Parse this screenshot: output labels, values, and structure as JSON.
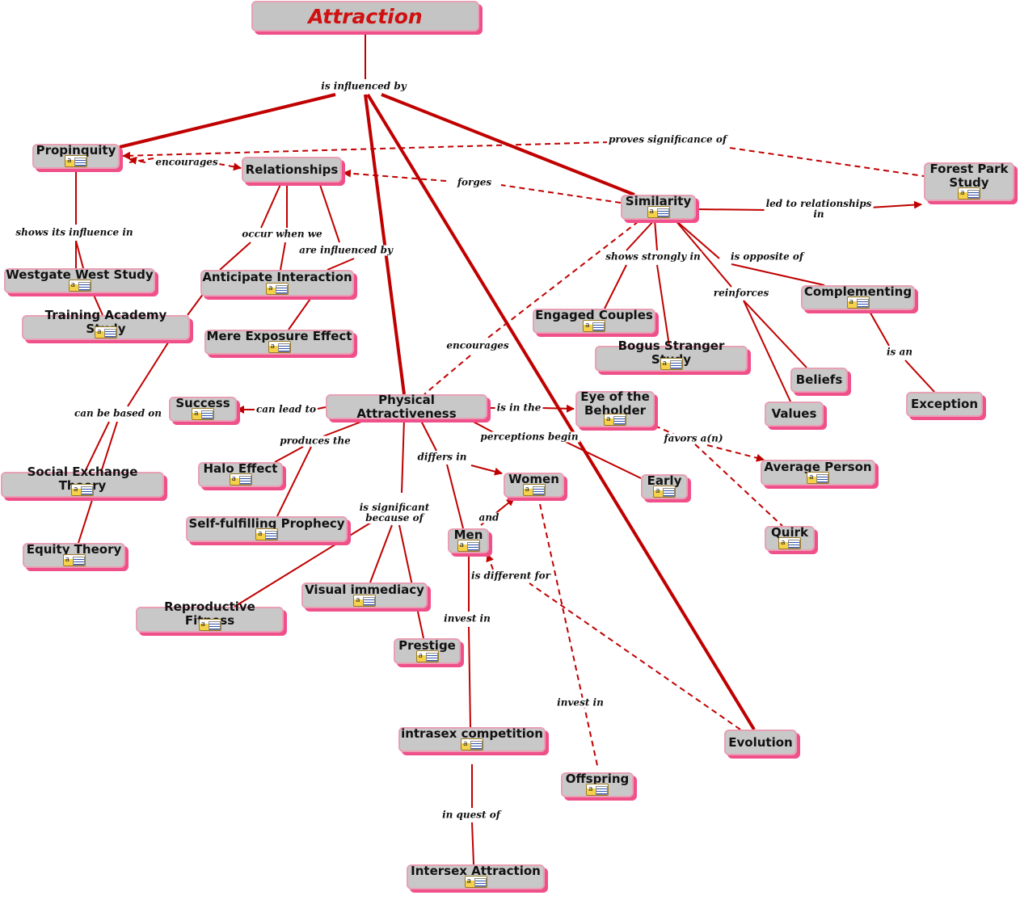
{
  "colors": {
    "link": "#c00000",
    "node_fill": "#c8c8c8",
    "node_shadow": "#f0508a",
    "title_text": "#d01010"
  },
  "icons": {
    "node_note": "note-icon"
  },
  "nodes": [
    {
      "id": "attraction",
      "label": "Attraction",
      "title": true
    },
    {
      "id": "propinquity",
      "label": "Propinquity",
      "note": true
    },
    {
      "id": "relationships",
      "label": "Relationships"
    },
    {
      "id": "forest",
      "label": "Forest Park\nStudy",
      "note": true
    },
    {
      "id": "similarity",
      "label": "Similarity",
      "note": true
    },
    {
      "id": "westgate",
      "label": "Westgate West Study",
      "note": true
    },
    {
      "id": "training",
      "label": "Training Academy Study",
      "note": true
    },
    {
      "id": "anticipate",
      "label": "Anticipate Interaction",
      "note": true
    },
    {
      "id": "mere",
      "label": "Mere Exposure Effect",
      "note": true
    },
    {
      "id": "engaged",
      "label": "Engaged Couples",
      "note": true
    },
    {
      "id": "bogus",
      "label": "Bogus Stranger Study",
      "note": true
    },
    {
      "id": "complementing",
      "label": "Complementing",
      "note": true
    },
    {
      "id": "beliefs",
      "label": "Beliefs"
    },
    {
      "id": "values",
      "label": "Values"
    },
    {
      "id": "exception",
      "label": "Exception"
    },
    {
      "id": "success",
      "label": "Success",
      "note": true
    },
    {
      "id": "physical",
      "label": "Physical Attractiveness"
    },
    {
      "id": "eye",
      "label": "Eye of the\nBeholder",
      "note": true
    },
    {
      "id": "average",
      "label": "Average Person",
      "note": true
    },
    {
      "id": "social",
      "label": "Social Exchange Theory",
      "note": true
    },
    {
      "id": "halo",
      "label": "Halo Effect",
      "note": true
    },
    {
      "id": "women",
      "label": "Women",
      "note": true
    },
    {
      "id": "early",
      "label": "Early",
      "note": true
    },
    {
      "id": "selffulfilling",
      "label": "Self-fulfilling Prophecy",
      "note": true
    },
    {
      "id": "quirk",
      "label": "Quirk",
      "note": true
    },
    {
      "id": "men",
      "label": "Men",
      "note": true
    },
    {
      "id": "equity",
      "label": "Equity Theory",
      "note": true
    },
    {
      "id": "visual",
      "label": "Visual immediacy",
      "note": true
    },
    {
      "id": "reproductive",
      "label": "Reproductive Fitness",
      "note": true
    },
    {
      "id": "prestige",
      "label": "Prestige",
      "note": true
    },
    {
      "id": "intrasex",
      "label": "intrasex competition",
      "note": true
    },
    {
      "id": "evolution",
      "label": "Evolution"
    },
    {
      "id": "offspring",
      "label": "Offspring",
      "note": true
    },
    {
      "id": "intersex",
      "label": "Intersex Attraction",
      "note": true
    }
  ],
  "linking_phrases": [
    {
      "id": "is_influenced_by",
      "text": "is influenced by"
    },
    {
      "id": "encourages_1",
      "text": "encourages"
    },
    {
      "id": "proves",
      "text": "proves significance of"
    },
    {
      "id": "forges",
      "text": "forges"
    },
    {
      "id": "led_to",
      "text": "led to relationships\nin"
    },
    {
      "id": "shows_influence",
      "text": "shows its influence in"
    },
    {
      "id": "occur_when",
      "text": "occur when we"
    },
    {
      "id": "are_influenced",
      "text": "are influenced by"
    },
    {
      "id": "shows_strongly",
      "text": "shows strongly in"
    },
    {
      "id": "is_opposite",
      "text": "is opposite of"
    },
    {
      "id": "reinforces",
      "text": "reinforces"
    },
    {
      "id": "is_an",
      "text": "is an"
    },
    {
      "id": "encourages_2",
      "text": "encourages"
    },
    {
      "id": "can_be_based",
      "text": "can be based on"
    },
    {
      "id": "can_lead",
      "text": "can lead to"
    },
    {
      "id": "is_in_the",
      "text": "is in the"
    },
    {
      "id": "produces",
      "text": "produces the"
    },
    {
      "id": "perceptions",
      "text": "perceptions begin"
    },
    {
      "id": "favors",
      "text": "favors a(n)"
    },
    {
      "id": "differs",
      "text": "differs in"
    },
    {
      "id": "significant",
      "text": "is significant\nbecause of"
    },
    {
      "id": "and",
      "text": "and"
    },
    {
      "id": "different_for",
      "text": "is different for"
    },
    {
      "id": "invest_men",
      "text": "invest in"
    },
    {
      "id": "invest_women",
      "text": "invest in"
    },
    {
      "id": "in_quest",
      "text": "in quest of"
    }
  ]
}
